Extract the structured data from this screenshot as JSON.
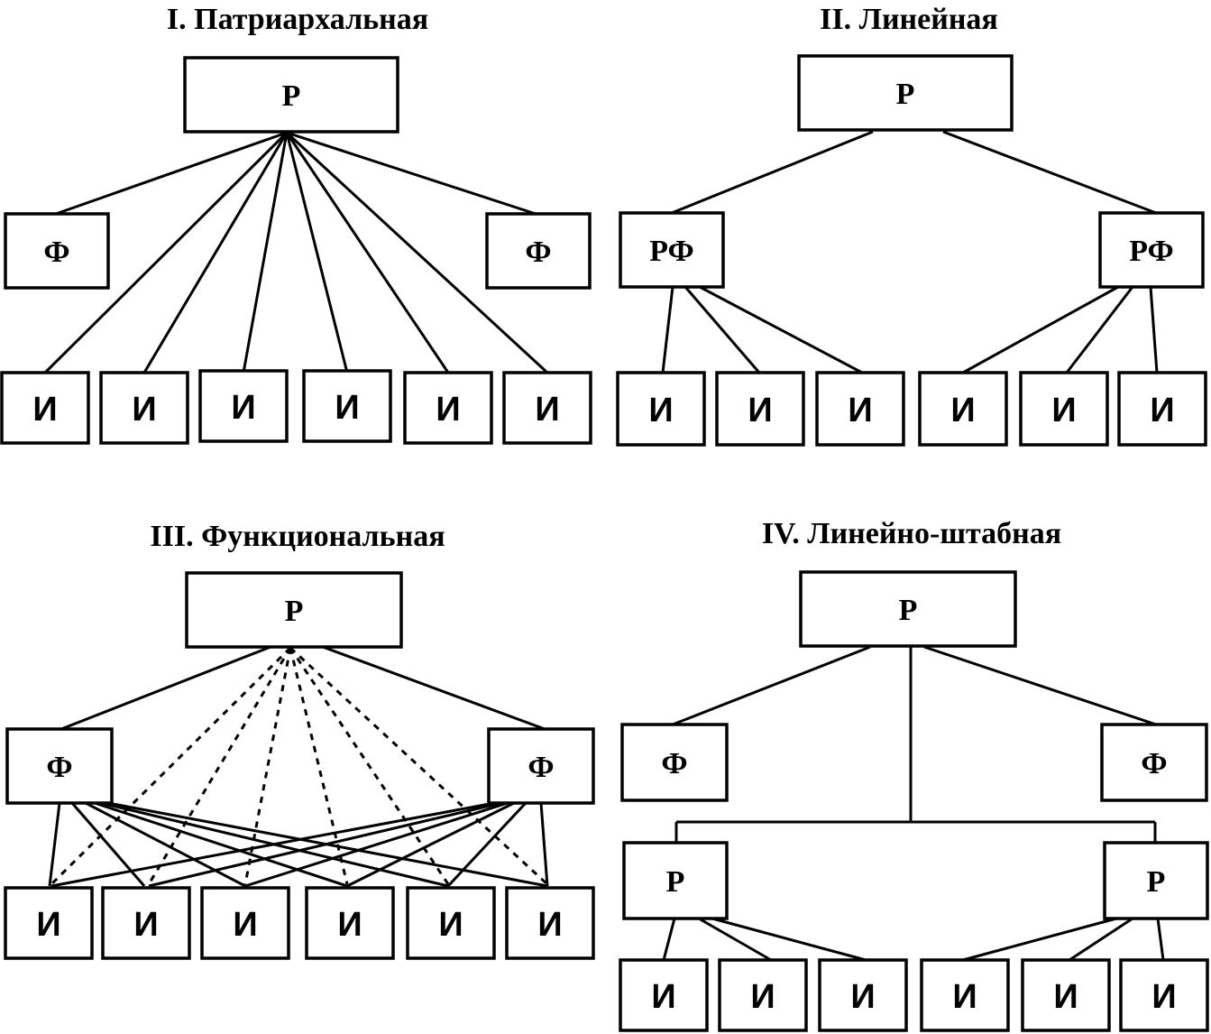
{
  "diagrams": [
    {
      "title": "I. Патриархальная",
      "head": "Р",
      "functional": [
        "Ф",
        "Ф"
      ],
      "executors": [
        "И",
        "И",
        "И",
        "И",
        "И",
        "И"
      ]
    },
    {
      "title": "II. Линейная",
      "head": "Р",
      "middle": [
        "РФ",
        "РФ"
      ],
      "executors": [
        "И",
        "И",
        "И",
        "И",
        "И",
        "И"
      ]
    },
    {
      "title": "III. Функциональная",
      "head": "Р",
      "functional": [
        "Ф",
        "Ф"
      ],
      "executors": [
        "И",
        "И",
        "И",
        "И",
        "И",
        "И"
      ]
    },
    {
      "title": "IV. Линейно-штабная",
      "head": "Р",
      "staff": [
        "Ф",
        "Ф"
      ],
      "line_managers": [
        "Р",
        "Р"
      ],
      "executors": [
        "И",
        "И",
        "И",
        "И",
        "И",
        "И"
      ]
    }
  ]
}
